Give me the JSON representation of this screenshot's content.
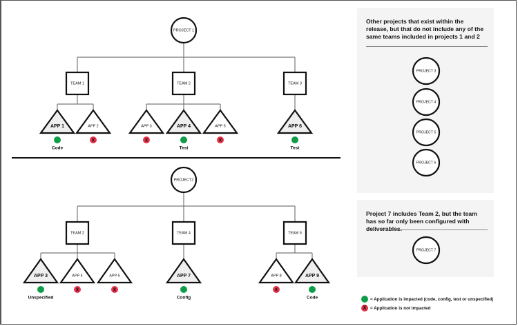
{
  "colors": {
    "impacted": "#0f9d48",
    "not_impacted": "#e8334a",
    "impacted_fill": "#efefef",
    "panel_bg": "#f4f4f4"
  },
  "projects": [
    {
      "label": "PROJECT 1",
      "teams": [
        {
          "label": "TEAM 1",
          "apps": [
            {
              "label": "APP 1",
              "impacted": true,
              "status": "Code"
            },
            {
              "label": "APP 2",
              "impacted": false,
              "status": ""
            }
          ]
        },
        {
          "label": "TEAM 2",
          "apps": [
            {
              "label": "APP 3",
              "impacted": false,
              "status": ""
            },
            {
              "label": "APP 4",
              "impacted": true,
              "status": "Test"
            },
            {
              "label": "APP 5",
              "impacted": false,
              "status": ""
            }
          ]
        },
        {
          "label": "TEAM 3",
          "apps": [
            {
              "label": "APP 6",
              "impacted": true,
              "status": "Test"
            }
          ]
        }
      ]
    },
    {
      "label": "PROJECT2",
      "teams": [
        {
          "label": "TEAM 2",
          "apps": [
            {
              "label": "APP 3",
              "impacted": true,
              "status": "Unspecified"
            },
            {
              "label": "APP 4",
              "impacted": false,
              "status": ""
            },
            {
              "label": "APP 5",
              "impacted": false,
              "status": ""
            }
          ]
        },
        {
          "label": "TEAM 4",
          "apps": [
            {
              "label": "APP 7",
              "impacted": true,
              "status": "Config"
            }
          ]
        },
        {
          "label": "TEAM 5",
          "apps": [
            {
              "label": "APP 8",
              "impacted": false,
              "status": ""
            },
            {
              "label": "APP 9",
              "impacted": true,
              "status": "Code"
            }
          ]
        }
      ]
    }
  ],
  "other_panel": {
    "text": "Other projects that exist within the release, but that do not include any of the same teams included in projects 1 and 2",
    "projects": [
      "PROJECT 3",
      "PROJECT 4",
      "PROJECT 5",
      "PROJECT 6"
    ]
  },
  "project7_panel": {
    "text": "Project 7 includes Team 2, but the team has so far only been configured with deliverables.",
    "projects": [
      "PROJECT 7"
    ]
  },
  "legend": {
    "impacted": "= Application is impacted (code, config, test or unspecified)",
    "not_impacted": "= Application is not impacted",
    "x_mark": "X"
  }
}
